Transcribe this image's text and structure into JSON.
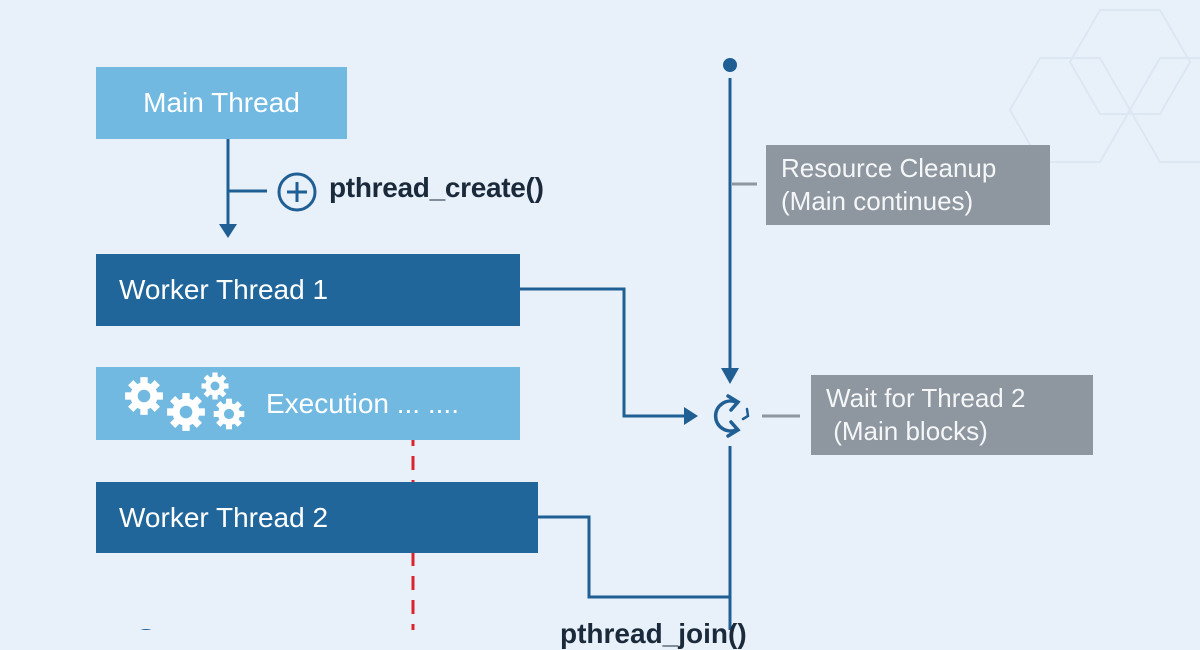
{
  "diagram": {
    "main_thread": "Main Thread",
    "create_call": "pthread_create()",
    "worker_thread_1": "Worker Thread 1",
    "execution": "Execution ... ....",
    "worker_thread_2": "Worker Thread 2",
    "cleanup_line1": "Resource Cleanup",
    "cleanup_line2": "(Main continues)",
    "wait_line1": "Wait for Thread 2",
    "wait_line2": " (Main blocks)",
    "join_call_partial": "pthread_join()"
  },
  "colors": {
    "background": "#e8f0fa",
    "light_box": "#72b9e2",
    "dark_box": "#20669a",
    "gray_box": "#8e979f",
    "line": "#1f5f94",
    "dashed_red": "#d9232d"
  },
  "icons": {
    "create": "plus-circle-icon",
    "execution": "gears-icon",
    "wait": "sync-cycle-icon",
    "timeline_start": "dot-icon"
  }
}
